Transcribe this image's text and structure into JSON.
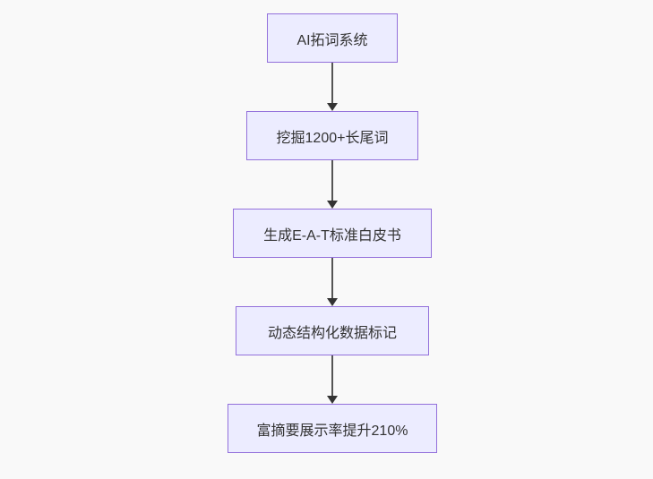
{
  "flowchart": {
    "type": "flowchart",
    "direction": "top-down",
    "nodes": [
      {
        "label": "AI拓词系统"
      },
      {
        "label": "挖掘1200+长尾词"
      },
      {
        "label": "生成E-A-T标准白皮书"
      },
      {
        "label": "动态结构化数据标记"
      },
      {
        "label": "富摘要展示率提升210%"
      }
    ],
    "edges": [
      {
        "from": 0,
        "to": 1
      },
      {
        "from": 1,
        "to": 2
      },
      {
        "from": 2,
        "to": 3
      },
      {
        "from": 3,
        "to": 4
      }
    ]
  },
  "theme": {
    "background": "#f9f9f9",
    "node_fill": "#ECECFF",
    "node_border": "#9370DB",
    "node_text": "#333333",
    "edge_line": "#555555",
    "edge_arrowhead": "#333333"
  }
}
